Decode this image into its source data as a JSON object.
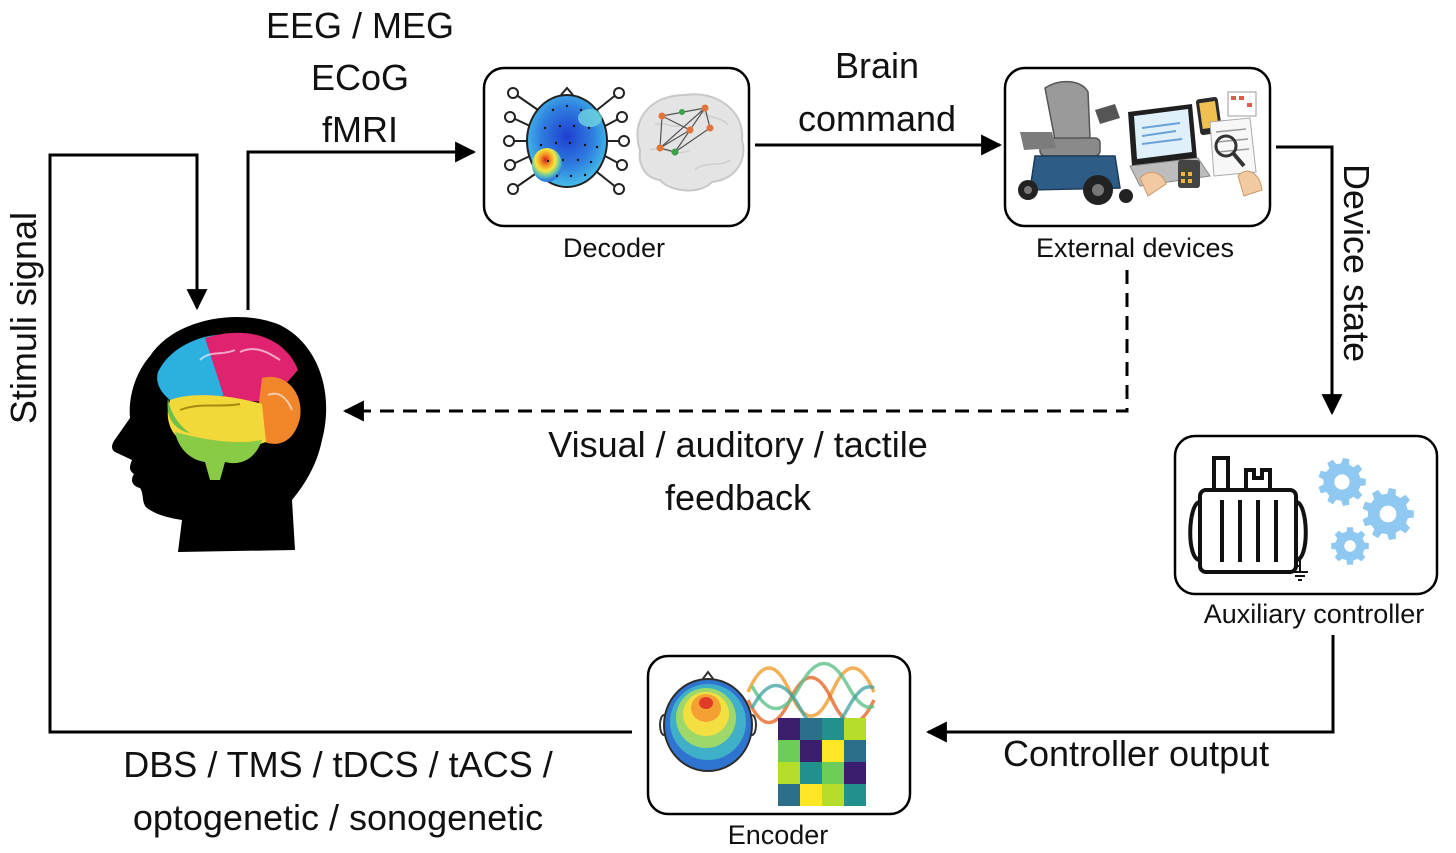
{
  "modalities": [
    "EEG / MEG",
    "ECoG",
    "fMRI"
  ],
  "brain_command": [
    "Brain",
    "command"
  ],
  "device_state": "Device state",
  "stimuli_signal": "Stimuli signal",
  "feedback": [
    "Visual / auditory / tactile",
    "feedback"
  ],
  "controller_output": "Controller output",
  "stimulation": [
    "DBS / TMS / tDCS / tACS /",
    "optogenetic / sonogenetic"
  ],
  "nodes": {
    "decoder": "Decoder",
    "external_devices": "External devices",
    "auxiliary_controller": "Auxiliary controller",
    "encoder": "Encoder"
  },
  "colors": {
    "line": "#000000",
    "gear": "#8fc8f0",
    "heatmap": [
      "#3b1f6e",
      "#2b6f8a",
      "#22908c",
      "#6dcd59",
      "#b5de2b",
      "#fde725"
    ]
  }
}
